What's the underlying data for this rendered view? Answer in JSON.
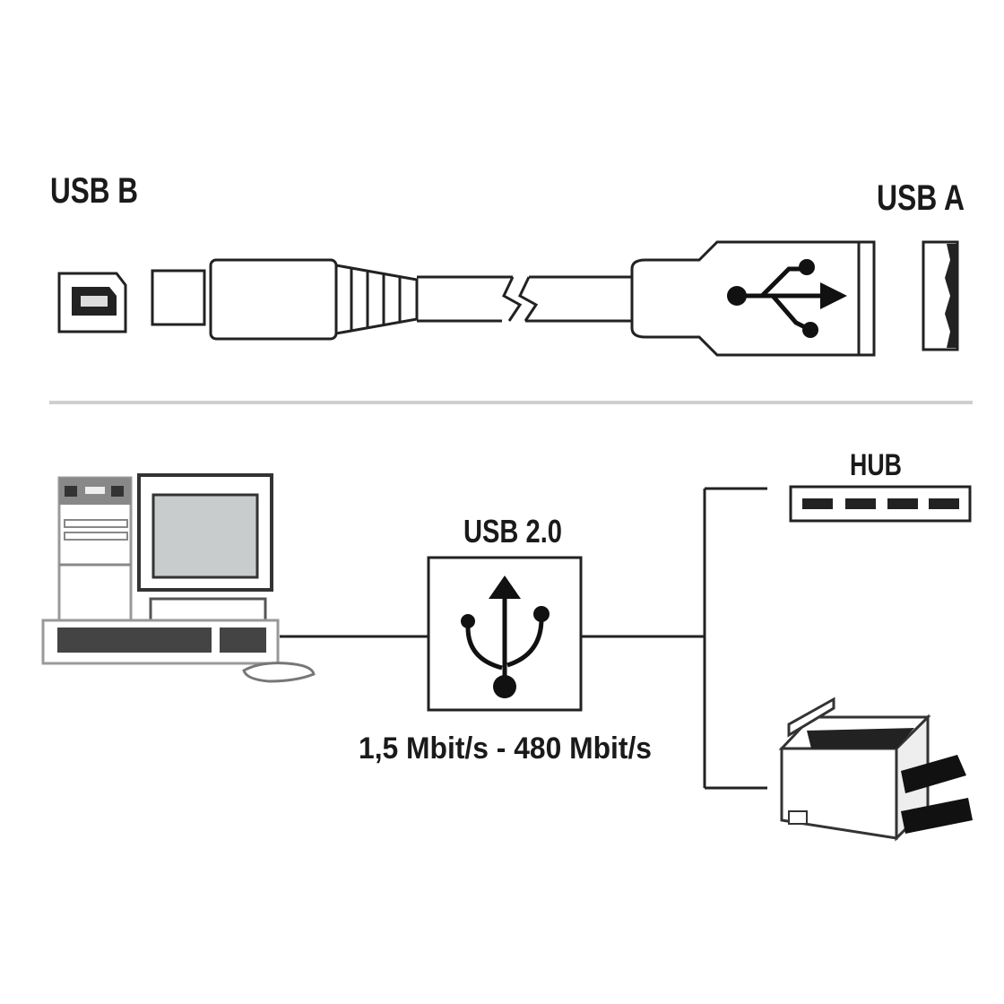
{
  "cable": {
    "left_label": "USB B",
    "right_label": "USB A"
  },
  "topology": {
    "standard_label": "USB 2.0",
    "speed_label": "1,5 Mbit/s - 480 Mbit/s",
    "hub_label": "HUB"
  },
  "colors": {
    "line": "#222222",
    "separator": "#cfcfcf",
    "screen": "#c9cccc"
  }
}
